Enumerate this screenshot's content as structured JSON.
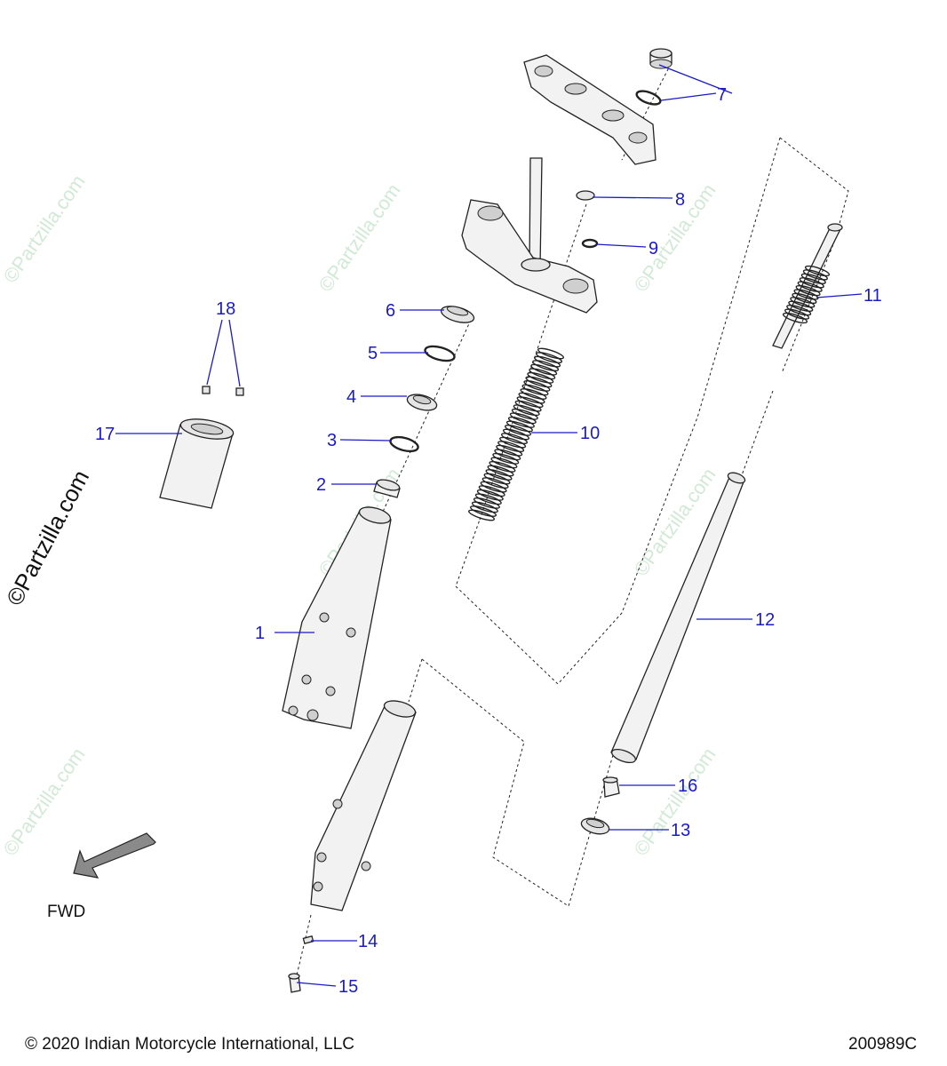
{
  "diagram": {
    "callouts": {
      "c1": "1",
      "c2": "2",
      "c3": "3",
      "c4": "4",
      "c5": "5",
      "c6": "6",
      "c7": "7",
      "c8": "8",
      "c9": "9",
      "c10": "10",
      "c11": "11",
      "c12": "12",
      "c13": "13",
      "c14": "14",
      "c15": "15",
      "c16": "16",
      "c17": "17",
      "c18": "18"
    },
    "watermark_text": "©Partzilla.com",
    "fwd_label": "FWD",
    "side_watermark": "©Partzilla.com"
  },
  "footer": {
    "copyright": "© 2020 Indian Motorcycle International, LLC",
    "diagram_id": "200989C"
  }
}
